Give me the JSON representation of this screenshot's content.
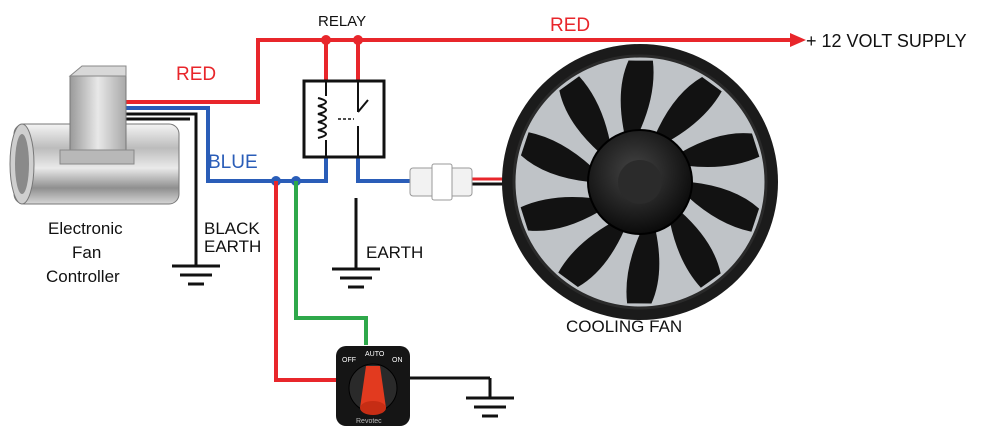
{
  "labels": {
    "relay": "RELAY",
    "red_left": "RED",
    "red_right": "RED",
    "supply": "+ 12 VOLT SUPPLY",
    "blue": "BLUE",
    "black_earth_1": "BLACK",
    "black_earth_2": "EARTH",
    "earth": "EARTH",
    "controller_1": "Electronic",
    "controller_2": "Fan",
    "controller_3": "Controller",
    "cooling_fan": "COOLING FAN",
    "switch_off": "OFF",
    "switch_auto": "AUTO",
    "switch_on": "ON",
    "switch_brand": "Revotec"
  },
  "colors": {
    "red_wire": "#e8262b",
    "blue_wire": "#2a5db8",
    "green_wire": "#2ea84a",
    "black_wire": "#111111",
    "red_label": "#e8262b",
    "blue_label": "#2a5db8"
  },
  "icons": {
    "controller": "electronic-fan-controller-icon",
    "relay": "relay-icon",
    "fan": "cooling-fan-icon",
    "switch": "rotary-switch-icon",
    "ground": "ground-symbol-icon"
  }
}
